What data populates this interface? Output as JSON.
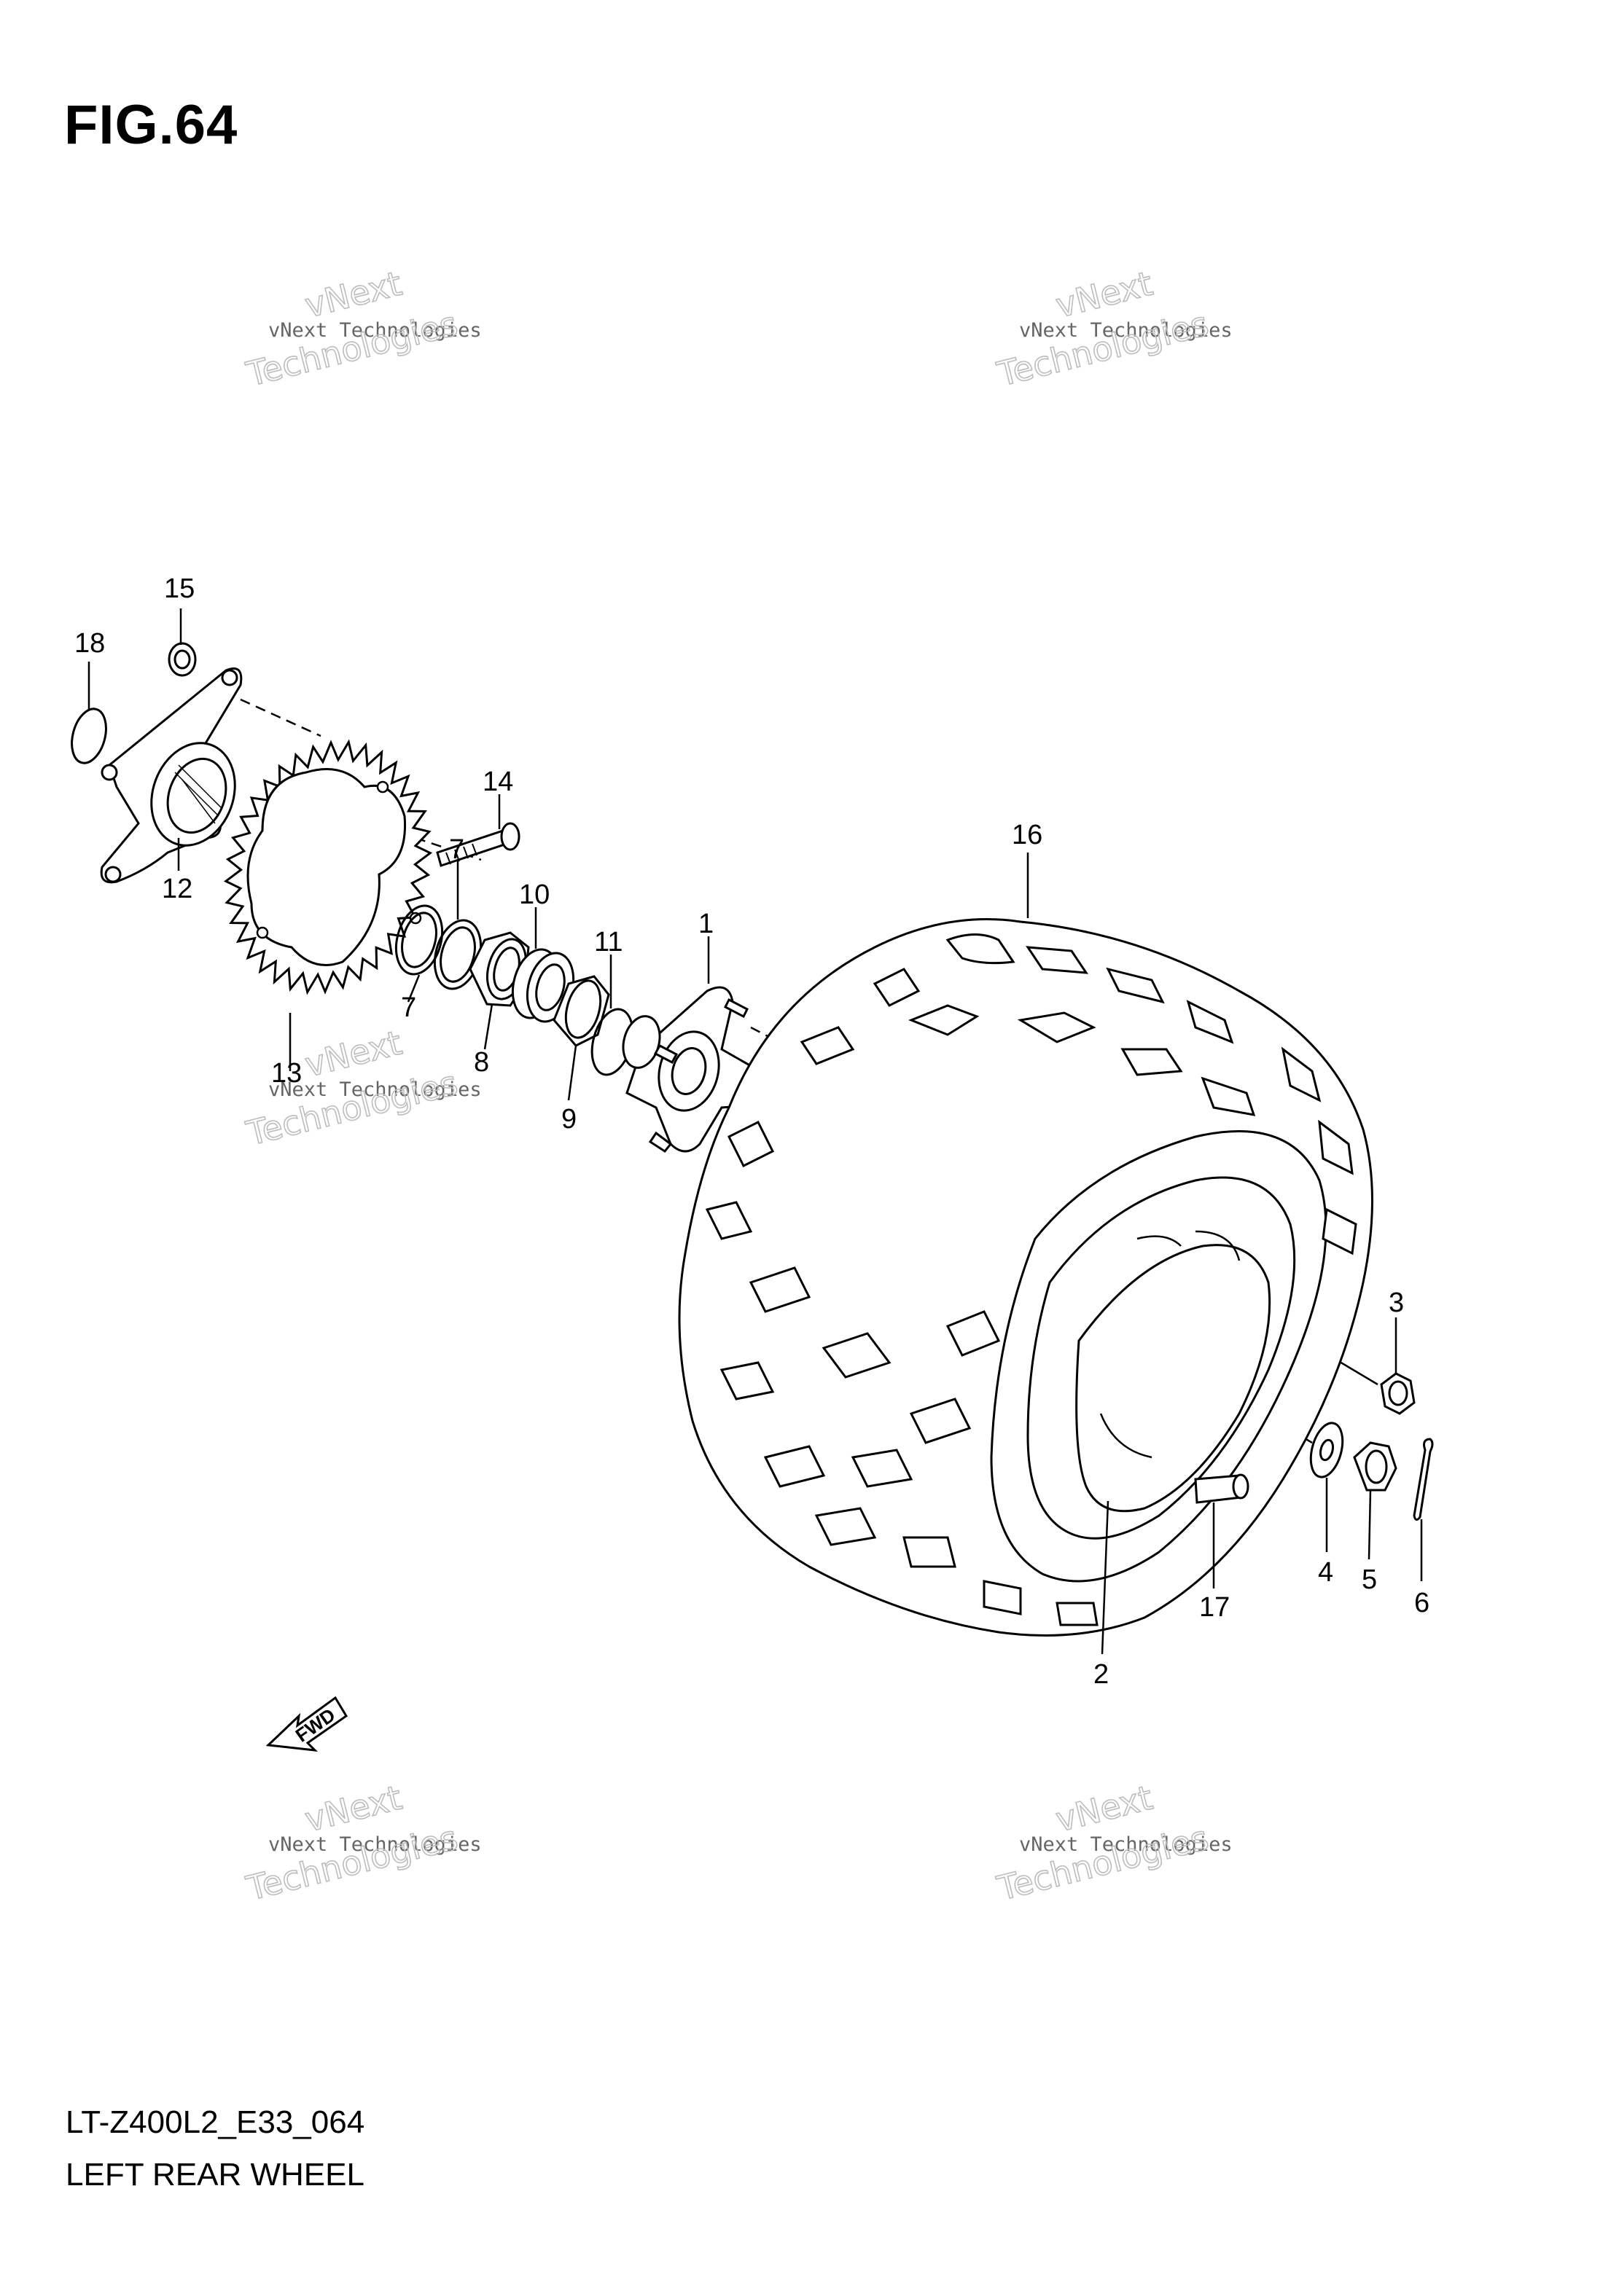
{
  "figure": {
    "title": "FIG.64"
  },
  "footer": {
    "code": "LT-Z400L2_E33_064",
    "name": "LEFT REAR WHEEL"
  },
  "watermark": {
    "line1": "vNext",
    "line2": "vNext Technologies",
    "line3": "Technologies"
  },
  "fwd_label": "FWD",
  "callouts": [
    {
      "id": "1",
      "label": "1"
    },
    {
      "id": "2",
      "label": "2"
    },
    {
      "id": "3",
      "label": "3"
    },
    {
      "id": "4",
      "label": "4"
    },
    {
      "id": "5",
      "label": "5"
    },
    {
      "id": "6",
      "label": "6"
    },
    {
      "id": "7a",
      "label": "7"
    },
    {
      "id": "7b",
      "label": "7"
    },
    {
      "id": "8",
      "label": "8"
    },
    {
      "id": "9",
      "label": "9"
    },
    {
      "id": "10",
      "label": "10"
    },
    {
      "id": "11",
      "label": "11"
    },
    {
      "id": "12",
      "label": "12"
    },
    {
      "id": "13",
      "label": "13"
    },
    {
      "id": "14",
      "label": "14"
    },
    {
      "id": "15",
      "label": "15"
    },
    {
      "id": "16",
      "label": "16"
    },
    {
      "id": "17",
      "label": "17"
    },
    {
      "id": "18",
      "label": "18"
    }
  ]
}
